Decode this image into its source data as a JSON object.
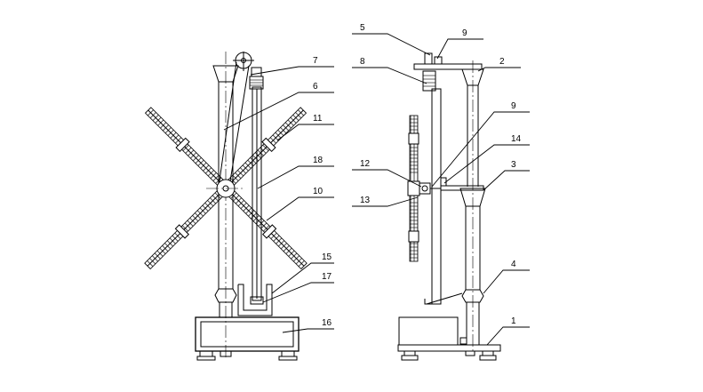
{
  "figure": {
    "labels": {
      "front": [
        "7",
        "6",
        "11",
        "18",
        "10",
        "15",
        "17",
        "16"
      ],
      "side": [
        "5",
        "9",
        "2",
        "8",
        "9",
        "14",
        "3",
        "12",
        "13",
        "4",
        "1"
      ]
    }
  }
}
